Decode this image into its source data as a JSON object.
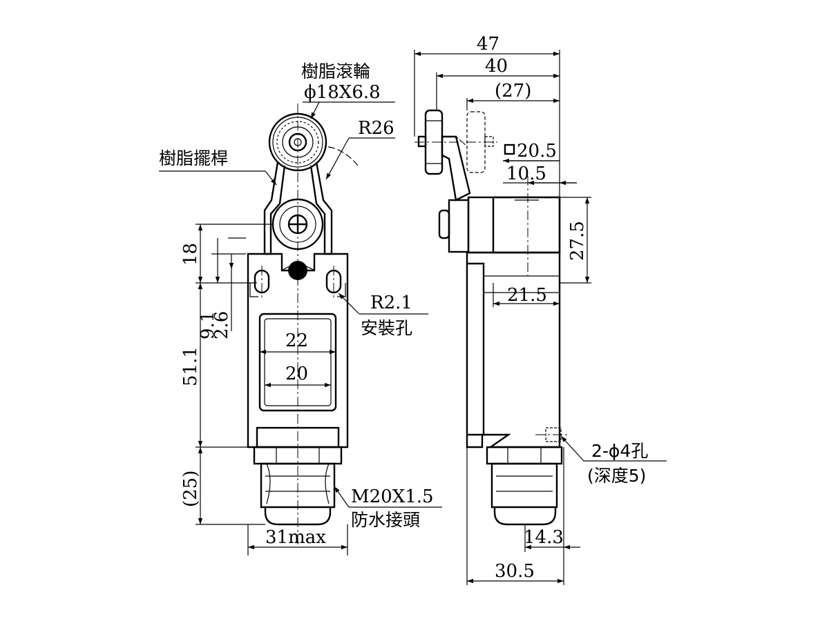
{
  "colors": {
    "ink": "#000000",
    "paper": "#ffffff"
  },
  "front_view": {
    "roller_label": "樹脂滾輪",
    "roller_size": "ϕ18X6.8",
    "lever_label": "樹脂擺桿",
    "radius": "R26",
    "mount_radius": "R2.1",
    "mount_hole_label": "安裝孔",
    "dim_18": "18",
    "dim_9_1": "9.1",
    "dim_2_6": "2.6",
    "dim_51_1": "51.1",
    "dim_25": "(25)",
    "dim_22": "22",
    "dim_20": "20",
    "dim_31max": "31max",
    "gland_thread": "M20X1.5",
    "gland_label": "防水接頭"
  },
  "side_view": {
    "dim_47": "47",
    "dim_40": "40",
    "dim_27": "(27)",
    "square_20_5": "20.5",
    "dim_10_5": "10.5",
    "dim_27_5": "27.5",
    "dim_21_5": "21.5",
    "holes": "2-ϕ4孔",
    "hole_depth": "(深度5)",
    "dim_14_3": "14.3",
    "dim_30_5": "30.5"
  }
}
